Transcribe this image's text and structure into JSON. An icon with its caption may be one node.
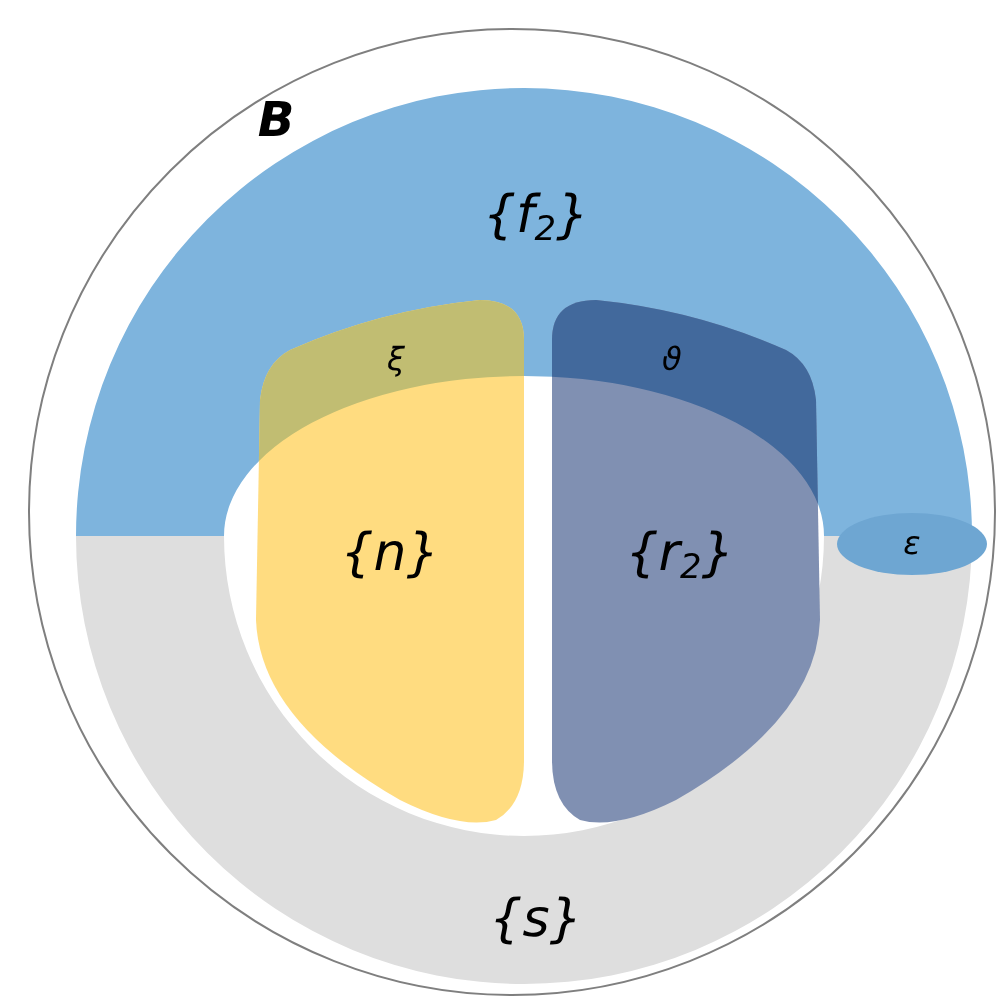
{
  "diagram": {
    "nodes": [
      {
        "text": [
          "B"
        ]
      },
      {
        "text": [
          "{f$_{2}$}"
        ],
        "in": 0
      },
      {
        "text": [
          "{s}"
        ],
        "in": 0
      },
      {
        "text": [
          "{n}"
        ],
        "in": 0
      },
      {
        "text": [
          "{r$_{2}$}"
        ],
        "in": 0
      },
      {
        "text": [
          "ε"
        ],
        "in": 0
      }
    ],
    "labels": [
      "ξ",
      "ϑ"
    ]
  }
}
